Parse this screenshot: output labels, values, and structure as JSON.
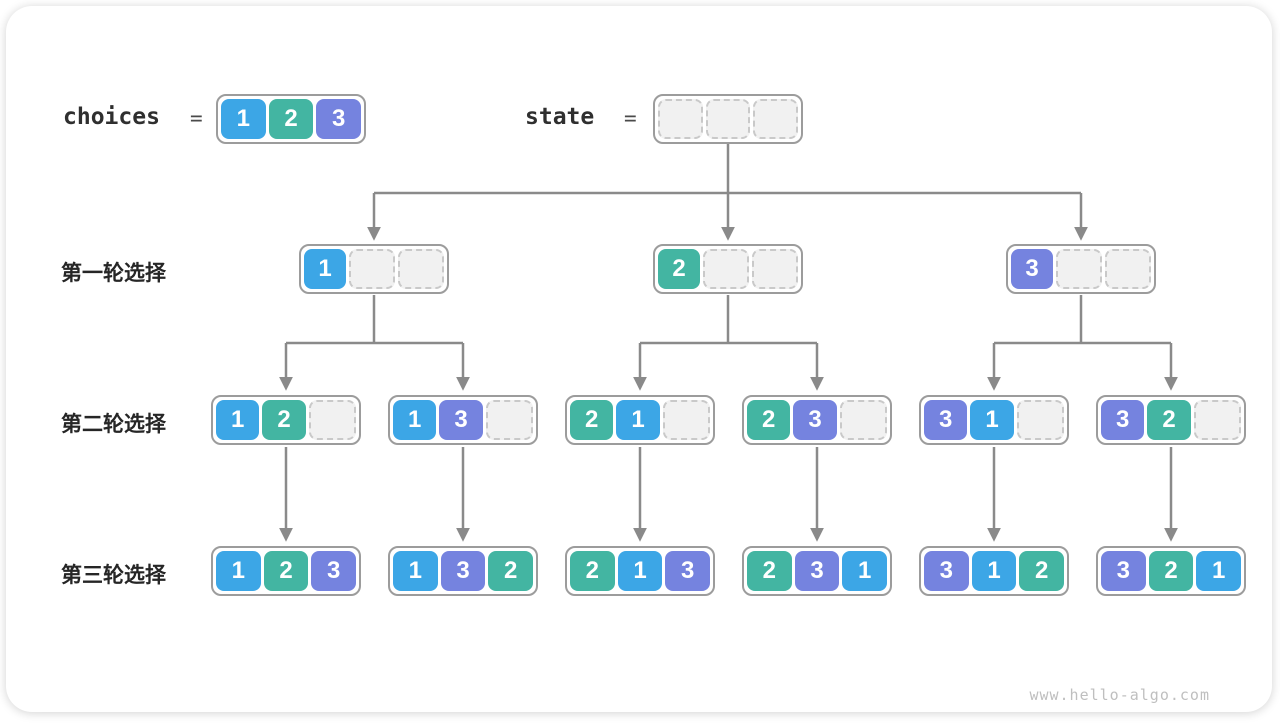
{
  "tile_colors": {
    "1": "#3CA6E6",
    "2": "#43B5A2",
    "3": "#7583DF",
    "empty_fill": "#f1f1f1",
    "empty_border": "#c9c9c9",
    "box_border": "#9c9c9c",
    "connector": "#8a8a8a"
  },
  "header": {
    "choices_label": "choices",
    "equals": "=",
    "choices_values": [
      1,
      2,
      3
    ],
    "state_label": "state",
    "state_values": [
      null,
      null,
      null
    ]
  },
  "rows": [
    {
      "label": "第一轮选择",
      "boxes": [
        [
          1,
          null,
          null
        ],
        [
          2,
          null,
          null
        ],
        [
          3,
          null,
          null
        ]
      ]
    },
    {
      "label": "第二轮选择",
      "boxes": [
        [
          1,
          2,
          null
        ],
        [
          1,
          3,
          null
        ],
        [
          2,
          1,
          null
        ],
        [
          2,
          3,
          null
        ],
        [
          3,
          1,
          null
        ],
        [
          3,
          2,
          null
        ]
      ]
    },
    {
      "label": "第三轮选择",
      "boxes": [
        [
          1,
          2,
          3
        ],
        [
          1,
          3,
          2
        ],
        [
          2,
          1,
          3
        ],
        [
          2,
          3,
          1
        ],
        [
          3,
          1,
          2
        ],
        [
          3,
          2,
          1
        ]
      ]
    }
  ],
  "footer": {
    "watermark": "www.hello-algo.com"
  }
}
